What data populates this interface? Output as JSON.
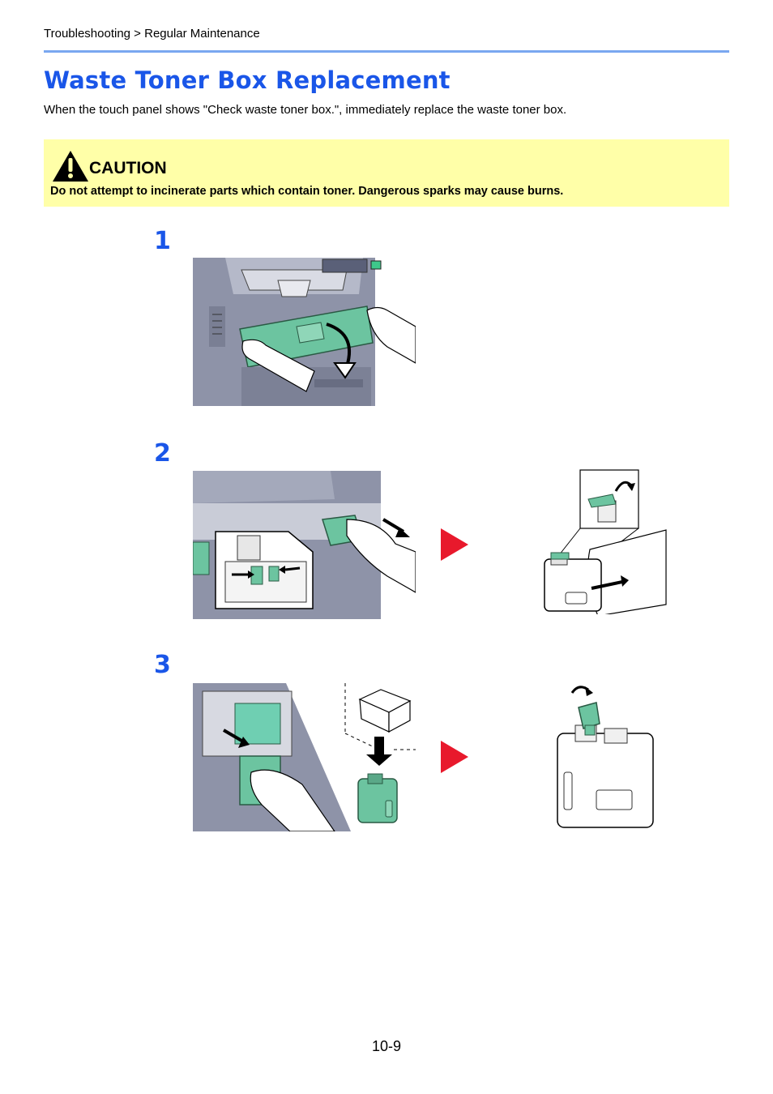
{
  "breadcrumb": "Troubleshooting > Regular Maintenance",
  "title": "Waste Toner Box Replacement",
  "intro": "When the touch panel shows \"Check waste toner box.\", immediately replace the waste toner box.",
  "caution": {
    "icon": "warning-triangle-icon",
    "label": "CAUTION",
    "text": "Do not attempt to incinerate parts which contain toner. Dangerous sparks may cause burns."
  },
  "steps": [
    {
      "number": "1"
    },
    {
      "number": "2"
    },
    {
      "number": "3"
    }
  ],
  "colors": {
    "accent_blue": "#1a56e8",
    "rule_blue": "#7aa7f0",
    "caution_bg": "#ffffa8",
    "toner_green": "#6cc4a0",
    "next_arrow_red": "#e8192c"
  },
  "page_number": "10-9"
}
